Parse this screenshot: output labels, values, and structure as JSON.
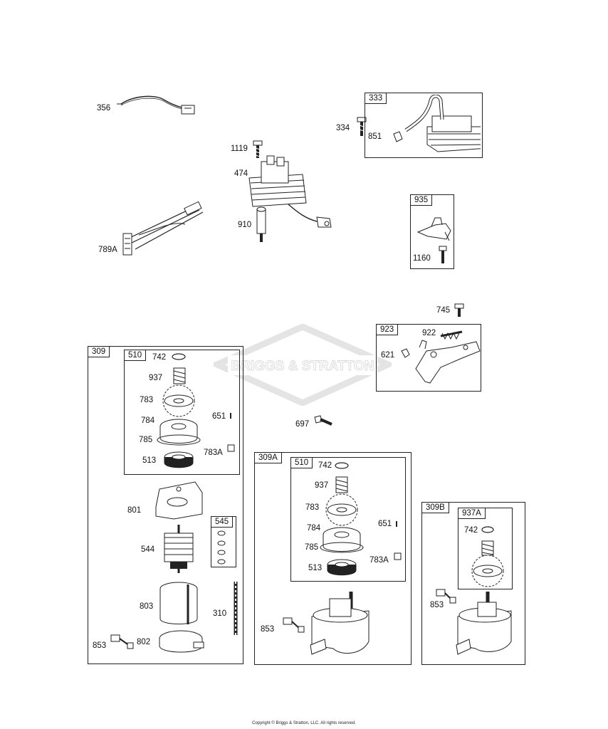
{
  "labels": {
    "p356": "356",
    "p789A": "789A",
    "p1119": "1119",
    "p474": "474",
    "p910": "910",
    "p334": "334",
    "p851": "851",
    "p1160": "1160",
    "p745": "745",
    "p922": "922",
    "p621": "621",
    "p697": "697",
    "p742a": "742",
    "p937a": "937",
    "p783a": "783",
    "p651a": "651",
    "p784a": "784",
    "p785a": "785",
    "p783Aa": "783A",
    "p513a": "513",
    "p801": "801",
    "p544": "544",
    "p803": "803",
    "p310": "310",
    "p853a": "853",
    "p802": "802",
    "p742b": "742",
    "p937b": "937",
    "p783b": "783",
    "p651b": "651",
    "p784b": "784",
    "p785b": "785",
    "p783Ab": "783A",
    "p513b": "513",
    "p853b": "853",
    "p742c": "742",
    "p853c": "853"
  },
  "boxes": {
    "b333": "333",
    "b935": "935",
    "b923": "923",
    "b309": "309",
    "b510a": "510",
    "b545": "545",
    "b309A": "309A",
    "b510b": "510",
    "b309B": "309B",
    "b937A": "937A"
  },
  "watermark": "BRIGGS & STRATTON",
  "copyright": "Copyright © Briggs & Stratton, LLC. All rights reserved."
}
